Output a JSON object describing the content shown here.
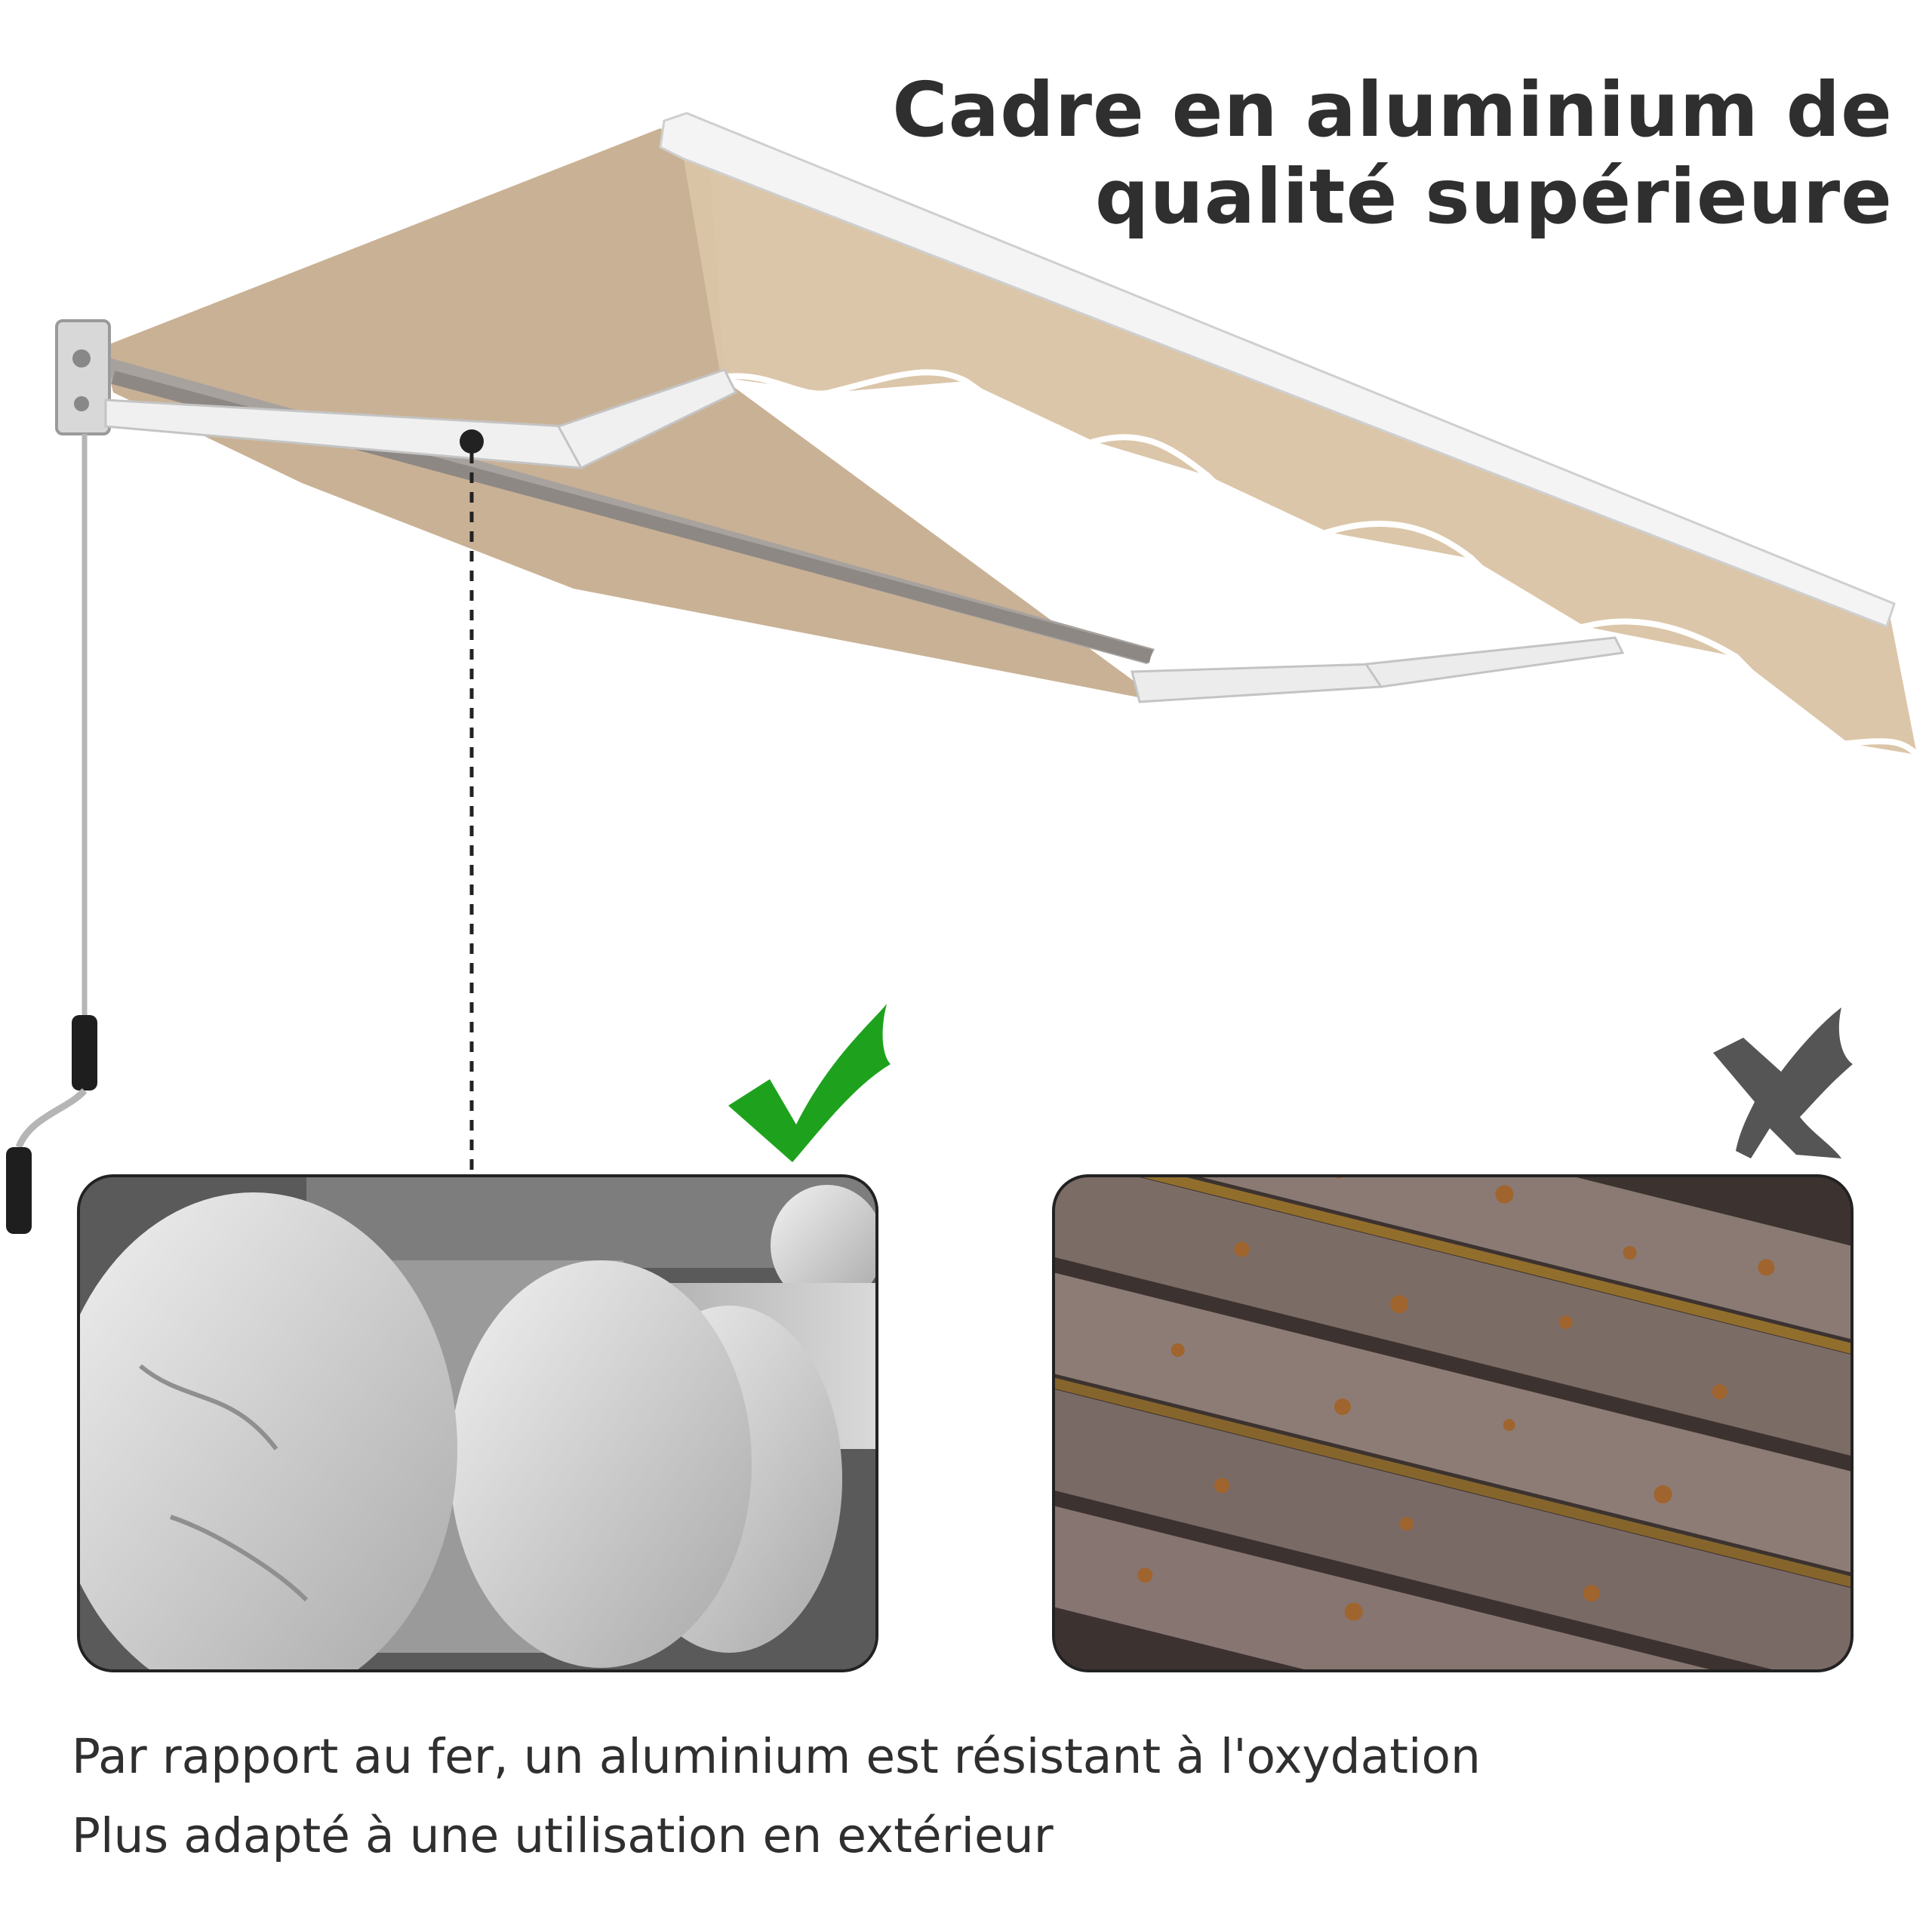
{
  "heading": {
    "line1": "Cadre en aluminium de",
    "line2": "qualité supérieure"
  },
  "caption": {
    "line1": "Par rapport au fer, un aluminium est résistant à l'oxydation",
    "line2": "Plus adapté à une utilisation en extérieur"
  },
  "comparison": {
    "good": {
      "icon": "check-icon",
      "color": "#1ea21e"
    },
    "bad": {
      "icon": "cross-icon",
      "color": "#555555"
    }
  },
  "colors": {
    "canvas": "#d9c4a6",
    "frame": "#f4f4f4",
    "text": "#2f2f2f"
  }
}
